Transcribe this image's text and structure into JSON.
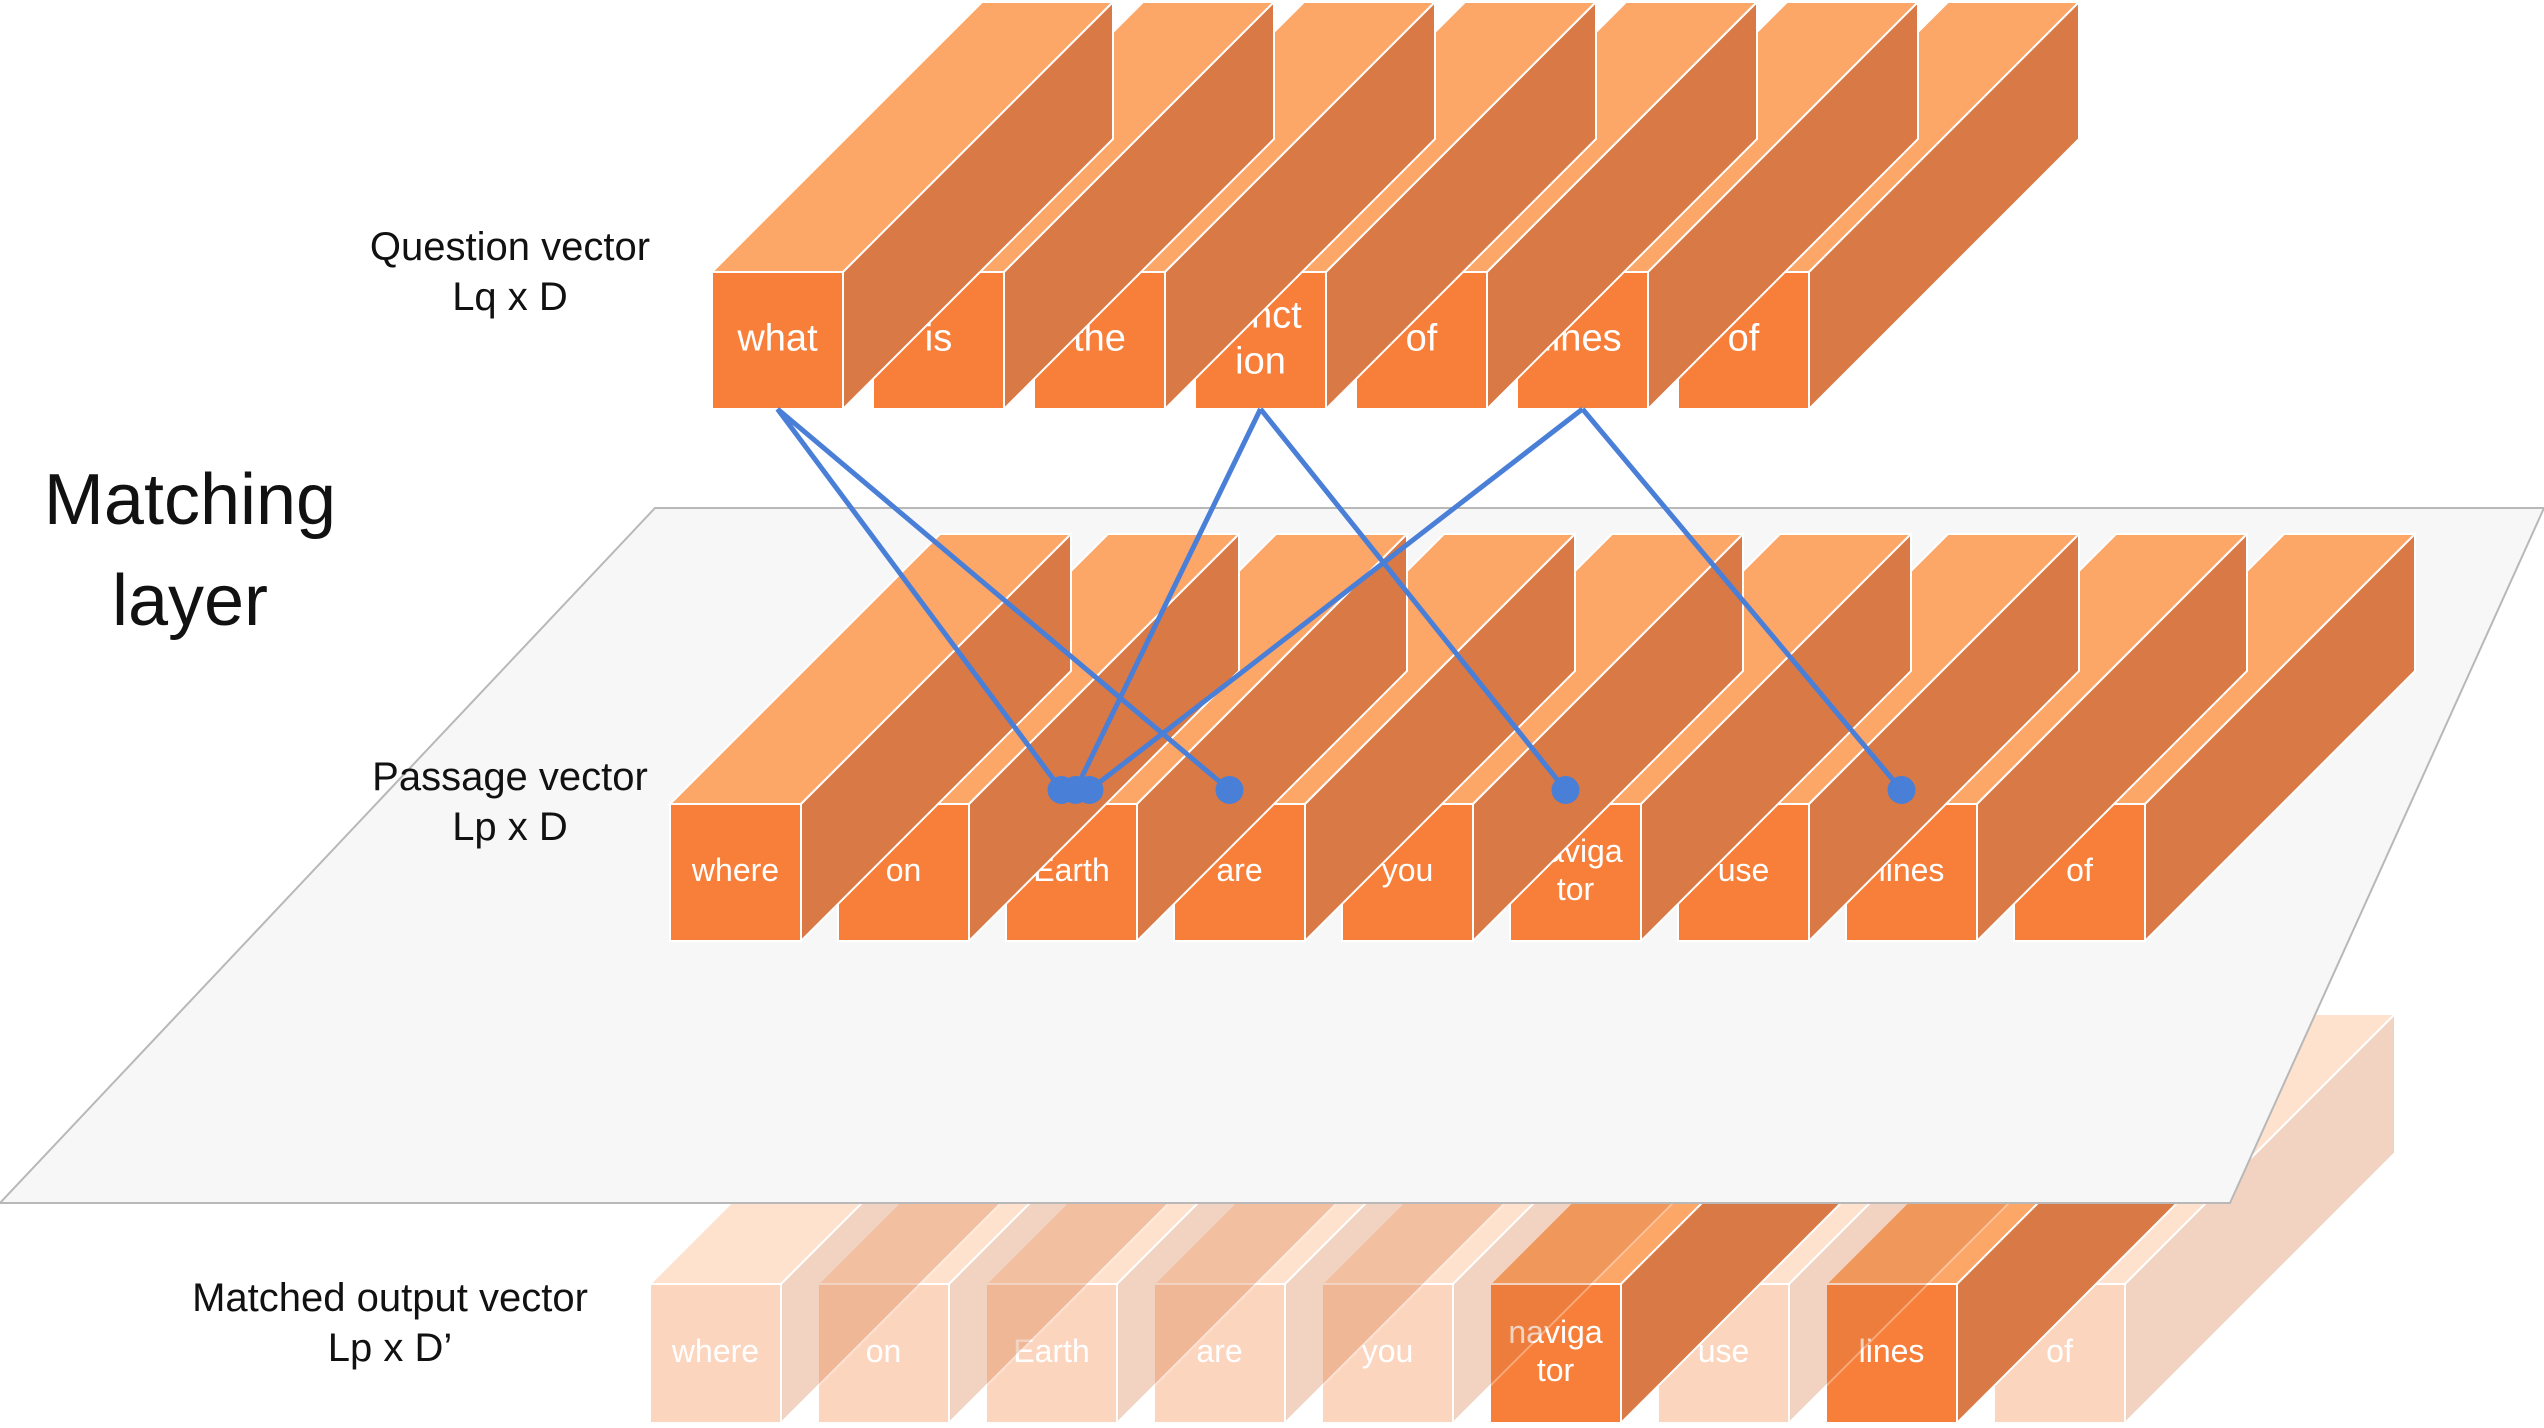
{
  "labels": {
    "matching_layer": "Matching\nlayer",
    "question": "Question vector\nLq x D",
    "passage": "Passage vector\nLp x D",
    "output": "Matched output vector\nLp x D’"
  },
  "question_tokens": [
    "what",
    "is",
    "the",
    "funct\nion",
    "of",
    "lines",
    "of"
  ],
  "passage_tokens": [
    "where",
    "on",
    "Earth",
    "are",
    "you",
    "naviga\ntor",
    "use",
    "lines",
    "of"
  ],
  "output_tokens": [
    {
      "text": "where",
      "highlight": false
    },
    {
      "text": "on",
      "highlight": false
    },
    {
      "text": "Earth",
      "highlight": false
    },
    {
      "text": "are",
      "highlight": false
    },
    {
      "text": "you",
      "highlight": false
    },
    {
      "text": "naviga\ntor",
      "highlight": true
    },
    {
      "text": "use",
      "highlight": false
    },
    {
      "text": "lines",
      "highlight": true
    },
    {
      "text": "of",
      "highlight": false
    }
  ],
  "links": [
    {
      "from": 0,
      "to": 2
    },
    {
      "from": 0,
      "to": 3
    },
    {
      "from": 3,
      "to": 2
    },
    {
      "from": 3,
      "to": 5
    },
    {
      "from": 5,
      "to": 2
    },
    {
      "from": 5,
      "to": 7
    }
  ],
  "colors": {
    "front": "#f77f3a",
    "top": "#fca668",
    "side": "#d97945",
    "link": "#4a7fd8",
    "plane_fill": "#f7f7f8",
    "plane_stroke": "#b8b8b8"
  }
}
